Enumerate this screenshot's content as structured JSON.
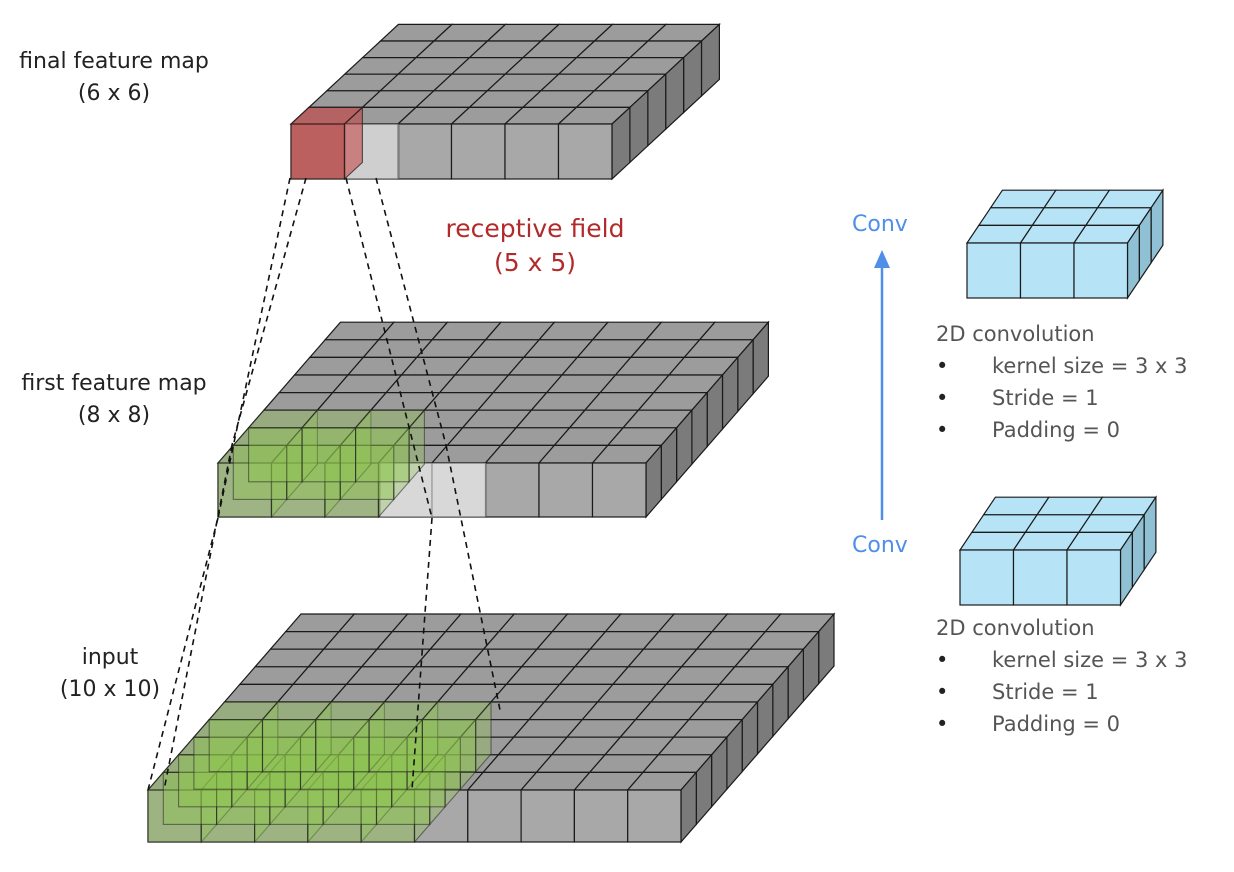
{
  "colors": {
    "top": "#9c9c9c",
    "front": "#a8a8a8",
    "side": "#7b7b7b",
    "edge": "#1a1a1a",
    "green": "#8fc64f",
    "red": "#c43838",
    "kernel": "#b6e4f6",
    "arrow": "#4f8fe8",
    "rf_text": "#b22a2a"
  },
  "labels": {
    "final": {
      "line1": "final feature map",
      "line2": "(6 x 6)"
    },
    "first": {
      "line1": "first feature map",
      "line2": "(8 x 8)"
    },
    "input": {
      "line1": "input",
      "line2": "(10 x 10)"
    },
    "receptive": {
      "line1": "receptive field",
      "line2": "(5 x 5)"
    }
  },
  "conv_labels": [
    "Conv",
    "Conv"
  ],
  "specs": [
    {
      "title": "2D convolution",
      "items": [
        "kernel size = 3 x 3",
        "Stride = 1",
        "Padding = 0"
      ]
    },
    {
      "title": "2D convolution",
      "items": [
        "kernel size = 3 x 3",
        "Stride = 1",
        "Padding = 0"
      ]
    }
  ],
  "grids": {
    "input": {
      "size": 10,
      "highlight": 5
    },
    "first": {
      "size": 8,
      "highlight": 3
    },
    "final": {
      "size": 6,
      "highlight": 1
    },
    "kernel": {
      "size": 3
    }
  }
}
